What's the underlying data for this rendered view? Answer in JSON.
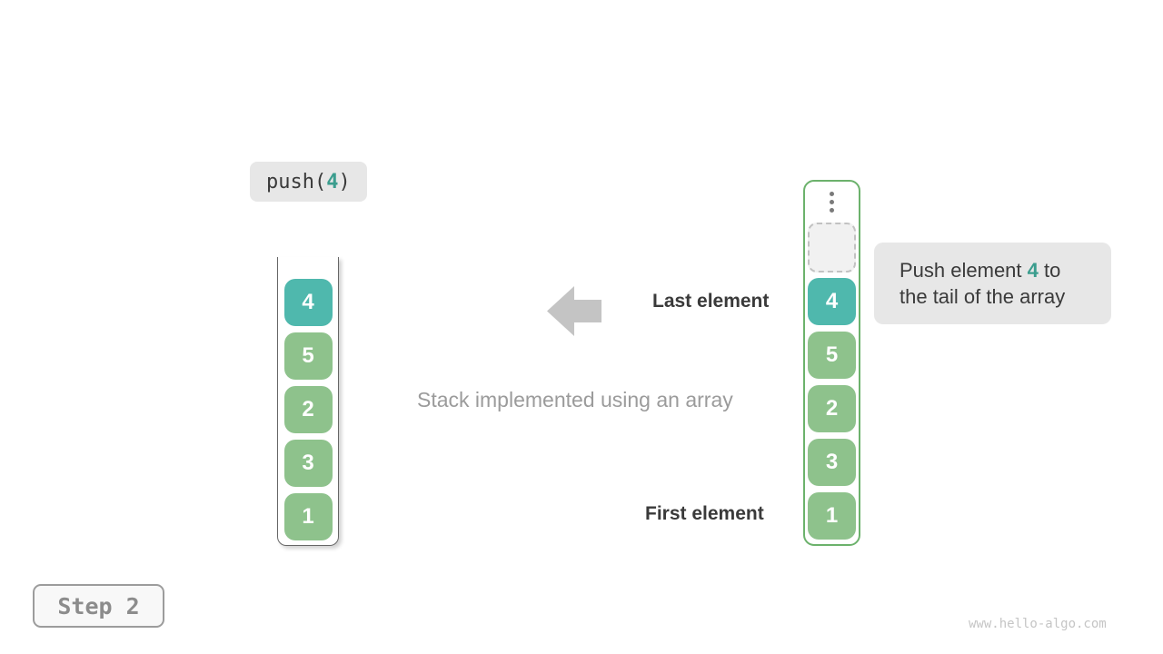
{
  "colors": {
    "teal": "#4fb8ad",
    "green": "#8ec28c",
    "teal_text": "#3b9d8e",
    "green_border": "#6cb26c",
    "arrow": "#c4c4c4",
    "dark_text": "#3a3a3a",
    "muted_text": "#9b9b9b",
    "badge_text": "#8c8c8c",
    "watermark_text": "#c5c5c5",
    "box_bg": "#e7e7e7",
    "slot_bg": "#f1f1f1",
    "slot_border": "#c2c2c2",
    "container_border": "#666666",
    "dots": "#7a7a7a"
  },
  "push_label": {
    "prefix": "push(",
    "arg": "4",
    "suffix": ")"
  },
  "left_stack": {
    "items": [
      {
        "value": "4",
        "state": "new"
      },
      {
        "value": "5",
        "state": "normal"
      },
      {
        "value": "2",
        "state": "normal"
      },
      {
        "value": "3",
        "state": "normal"
      },
      {
        "value": "1",
        "state": "normal"
      }
    ]
  },
  "right_stack": {
    "items": [
      {
        "value": "4",
        "state": "new"
      },
      {
        "value": "5",
        "state": "normal"
      },
      {
        "value": "2",
        "state": "normal"
      },
      {
        "value": "3",
        "state": "normal"
      },
      {
        "value": "1",
        "state": "normal"
      }
    ]
  },
  "labels": {
    "last_element": "Last element",
    "first_element": "First element",
    "caption": "Stack implemented using an array"
  },
  "tooltip": {
    "line1_prefix": "Push element ",
    "highlight": "4",
    "line1_suffix": " to",
    "line2": "the tail of the array"
  },
  "step_badge": {
    "label": "Step 2"
  },
  "watermark": {
    "text": "www.hello-algo.com"
  }
}
